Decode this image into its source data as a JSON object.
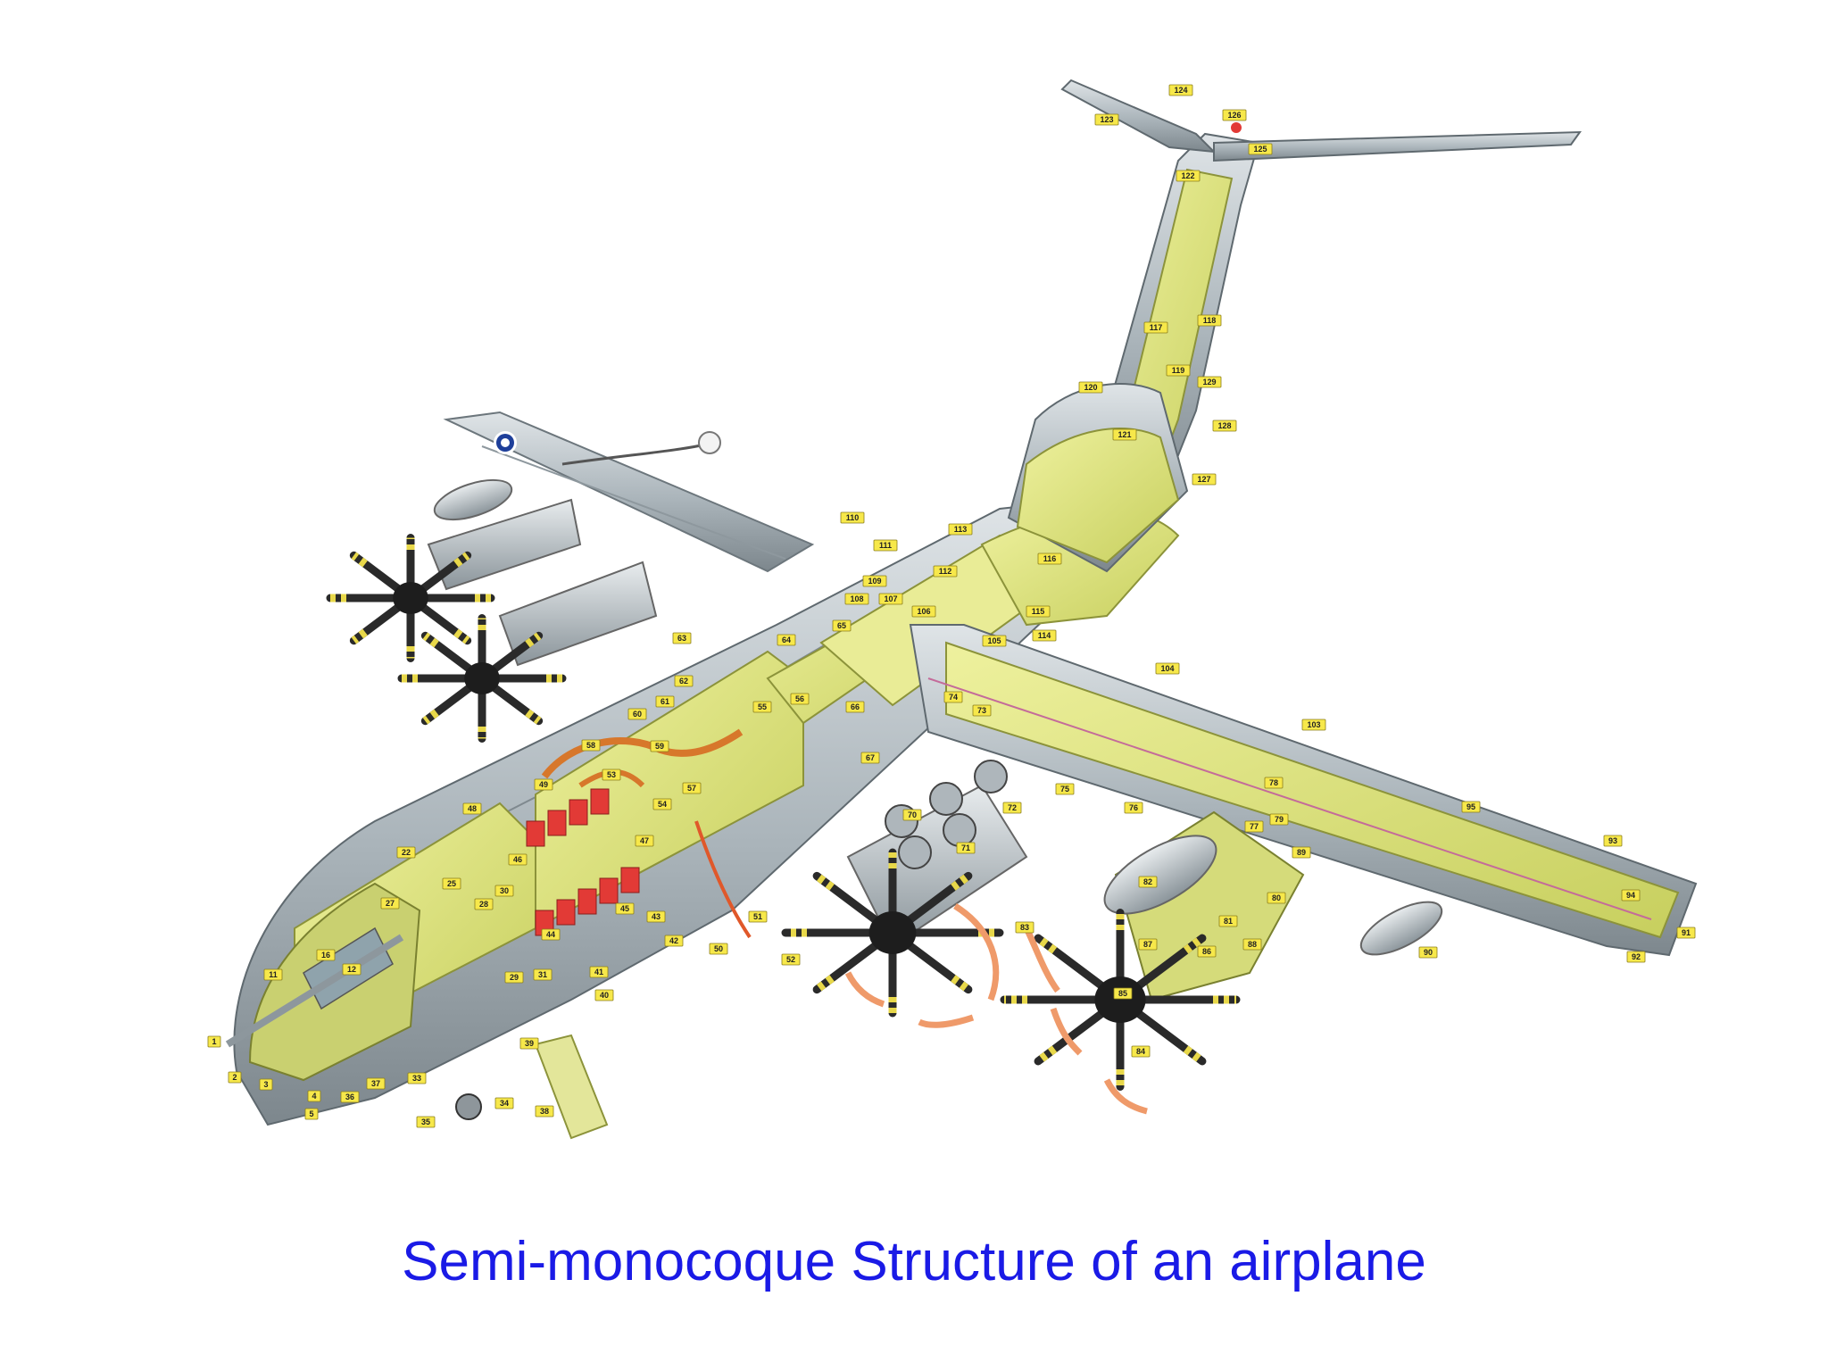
{
  "caption": "Semi-monocoque Structure of an airplane",
  "roundel_colors": [
    "#ffffff",
    "#1e3f9a",
    "#ffffff"
  ],
  "colors": {
    "skin": "#b8c2c8",
    "frame": "#dfe67a",
    "frame_dark": "#a9b14a",
    "seat": "#e23a36",
    "duct": "#d7772b",
    "caption": "#1a1ae6"
  },
  "callouts": [
    {
      "id": "1",
      "label": "1"
    },
    {
      "id": "2",
      "label": "2"
    },
    {
      "id": "3",
      "label": "3"
    },
    {
      "id": "4",
      "label": "4"
    },
    {
      "id": "5",
      "label": "5"
    },
    {
      "id": "11",
      "label": "11"
    },
    {
      "id": "12",
      "label": "12"
    },
    {
      "id": "16",
      "label": "16"
    },
    {
      "id": "22",
      "label": "22"
    },
    {
      "id": "25",
      "label": "25"
    },
    {
      "id": "27",
      "label": "27"
    },
    {
      "id": "28",
      "label": "28"
    },
    {
      "id": "29",
      "label": "29"
    },
    {
      "id": "30",
      "label": "30"
    },
    {
      "id": "31",
      "label": "31"
    },
    {
      "id": "33",
      "label": "33"
    },
    {
      "id": "34",
      "label": "34"
    },
    {
      "id": "35",
      "label": "35"
    },
    {
      "id": "36",
      "label": "36"
    },
    {
      "id": "37",
      "label": "37"
    },
    {
      "id": "38",
      "label": "38"
    },
    {
      "id": "39",
      "label": "39"
    },
    {
      "id": "40",
      "label": "40"
    },
    {
      "id": "41",
      "label": "41"
    },
    {
      "id": "42",
      "label": "42"
    },
    {
      "id": "43",
      "label": "43"
    },
    {
      "id": "44",
      "label": "44"
    },
    {
      "id": "45",
      "label": "45"
    },
    {
      "id": "46",
      "label": "46"
    },
    {
      "id": "47",
      "label": "47"
    },
    {
      "id": "48",
      "label": "48"
    },
    {
      "id": "49",
      "label": "49"
    },
    {
      "id": "50",
      "label": "50"
    },
    {
      "id": "51",
      "label": "51"
    },
    {
      "id": "52",
      "label": "52"
    },
    {
      "id": "53",
      "label": "53"
    },
    {
      "id": "54",
      "label": "54"
    },
    {
      "id": "55",
      "label": "55"
    },
    {
      "id": "56",
      "label": "56"
    },
    {
      "id": "57",
      "label": "57"
    },
    {
      "id": "58",
      "label": "58"
    },
    {
      "id": "59",
      "label": "59"
    },
    {
      "id": "60",
      "label": "60"
    },
    {
      "id": "61",
      "label": "61"
    },
    {
      "id": "62",
      "label": "62"
    },
    {
      "id": "63",
      "label": "63"
    },
    {
      "id": "64",
      "label": "64"
    },
    {
      "id": "65",
      "label": "65"
    },
    {
      "id": "66",
      "label": "66"
    },
    {
      "id": "67",
      "label": "67"
    },
    {
      "id": "70",
      "label": "70"
    },
    {
      "id": "71",
      "label": "71"
    },
    {
      "id": "72",
      "label": "72"
    },
    {
      "id": "73",
      "label": "73"
    },
    {
      "id": "74",
      "label": "74"
    },
    {
      "id": "75",
      "label": "75"
    },
    {
      "id": "76",
      "label": "76"
    },
    {
      "id": "77",
      "label": "77"
    },
    {
      "id": "78",
      "label": "78"
    },
    {
      "id": "79",
      "label": "79"
    },
    {
      "id": "80",
      "label": "80"
    },
    {
      "id": "81",
      "label": "81"
    },
    {
      "id": "82",
      "label": "82"
    },
    {
      "id": "83",
      "label": "83"
    },
    {
      "id": "84",
      "label": "84"
    },
    {
      "id": "85",
      "label": "85"
    },
    {
      "id": "86",
      "label": "86"
    },
    {
      "id": "87",
      "label": "87"
    },
    {
      "id": "88",
      "label": "88"
    },
    {
      "id": "89",
      "label": "89"
    },
    {
      "id": "90",
      "label": "90"
    },
    {
      "id": "91",
      "label": "91"
    },
    {
      "id": "92",
      "label": "92"
    },
    {
      "id": "93",
      "label": "93"
    },
    {
      "id": "94",
      "label": "94"
    },
    {
      "id": "95",
      "label": "95"
    },
    {
      "id": "103",
      "label": "103"
    },
    {
      "id": "104",
      "label": "104"
    },
    {
      "id": "105",
      "label": "105"
    },
    {
      "id": "106",
      "label": "106"
    },
    {
      "id": "107",
      "label": "107"
    },
    {
      "id": "108",
      "label": "108"
    },
    {
      "id": "109",
      "label": "109"
    },
    {
      "id": "110",
      "label": "110"
    },
    {
      "id": "111",
      "label": "111"
    },
    {
      "id": "112",
      "label": "112"
    },
    {
      "id": "113",
      "label": "113"
    },
    {
      "id": "114",
      "label": "114"
    },
    {
      "id": "115",
      "label": "115"
    },
    {
      "id": "116",
      "label": "116"
    },
    {
      "id": "117",
      "label": "117"
    },
    {
      "id": "118",
      "label": "118"
    },
    {
      "id": "119",
      "label": "119"
    },
    {
      "id": "120",
      "label": "120"
    },
    {
      "id": "121",
      "label": "121"
    },
    {
      "id": "122",
      "label": "122"
    },
    {
      "id": "123",
      "label": "123"
    },
    {
      "id": "124",
      "label": "124"
    },
    {
      "id": "125",
      "label": "125"
    },
    {
      "id": "126",
      "label": "126"
    },
    {
      "id": "127",
      "label": "127"
    },
    {
      "id": "128",
      "label": "128"
    },
    {
      "id": "129",
      "label": "129"
    }
  ]
}
